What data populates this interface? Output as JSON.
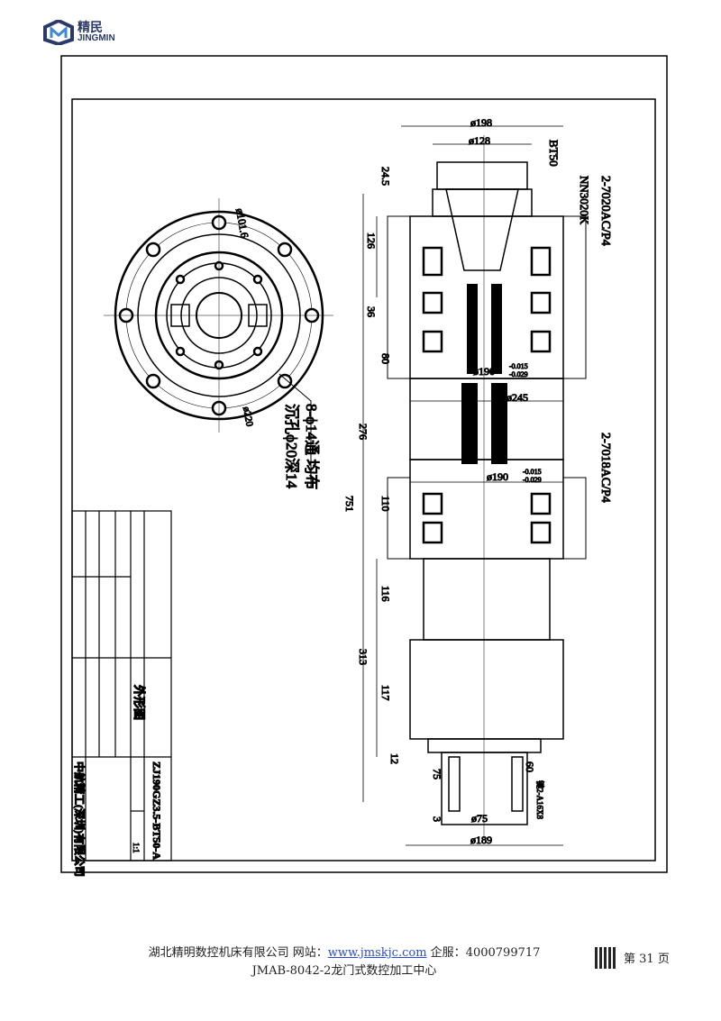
{
  "header": {
    "logo_cn": "精民",
    "logo_en": "JINGMIN"
  },
  "drawing": {
    "front_view": {
      "d_bolt_circle": "ø101.6",
      "d_outer": "ø220",
      "holes": "8-ϕ14通 均布",
      "counterbore": "沉孔ϕ20深14"
    },
    "side_view": {
      "d198": "ø198",
      "d128": "ø128",
      "taper": "BT50",
      "nn": "NN3020K",
      "bearing_top": "2-7020AC/P4",
      "bearing_bottom": "2-7018AC/P4",
      "d190_a": "ø190",
      "tol_upper": "-0.015",
      "tol_lower": "-0.029",
      "d190_b": "ø190",
      "d245": "ø245",
      "d75": "ø75",
      "d189": "ø189",
      "key": "键2-A16X8",
      "dims": [
        "24.5",
        "126",
        "36",
        "80",
        "276",
        "751",
        "110",
        "116",
        "313",
        "117",
        "12",
        "75",
        "3",
        "60"
      ]
    },
    "title_block": {
      "name": "外形图",
      "code": "ZJ190GZ3.5-BT50-A",
      "scale": "1:1",
      "company": "中航精工(深圳)有限公司"
    }
  },
  "footer": {
    "company": "湖北精明数控机床有限公司",
    "site_label": "网站：",
    "site_url": "www.jmskjc.com",
    "service_label": "企服：",
    "phone": "4000799717",
    "page_label_pre": "第",
    "page_number": "31",
    "page_label_post": "页",
    "doc_title": "JMAB-8042-2龙门式数控加工中心"
  }
}
